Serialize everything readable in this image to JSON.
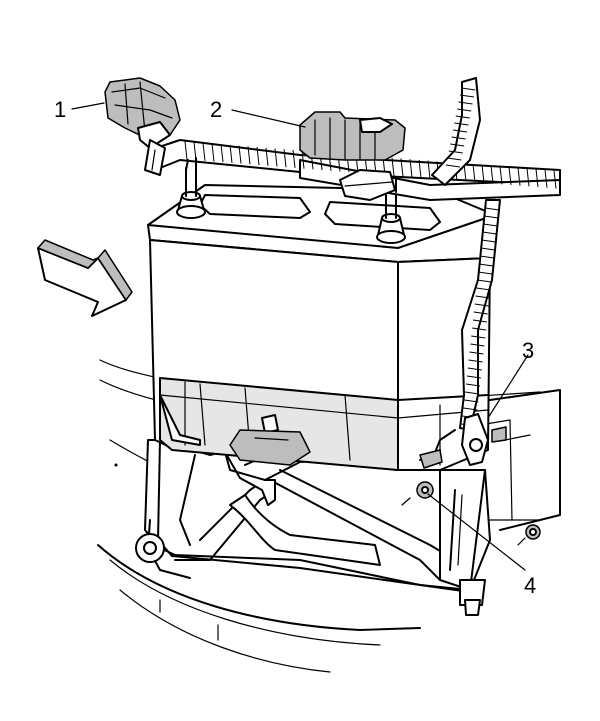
{
  "diagram": {
    "callouts": [
      {
        "id": "1",
        "label": "1"
      },
      {
        "id": "2",
        "label": "2"
      },
      {
        "id": "3",
        "label": "3"
      },
      {
        "id": "4",
        "label": "4"
      }
    ],
    "icons": {
      "direction_arrow": "front-direction-arrow-icon",
      "battery": "battery-icon",
      "connector": "electrical-connector-icon",
      "fastener": "bolt-icon"
    },
    "colors": {
      "line": "#000000",
      "background": "#ffffff",
      "shade": "#bdbdbd",
      "light_shade": "#e6e6e6"
    }
  }
}
